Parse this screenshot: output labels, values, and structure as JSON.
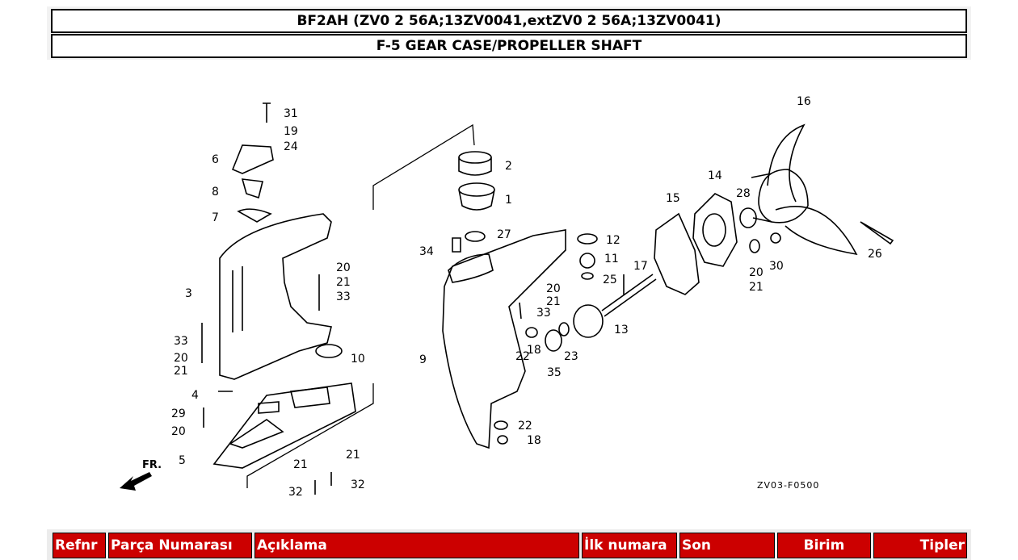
{
  "header": {
    "model": "BF2AH (ZV0 2 56A;13ZV0041,extZV0 2 56A;13ZV0041)",
    "section": "F-5 GEAR CASE/PROPELLER SHAFT"
  },
  "diagram": {
    "code": "ZV03-F0500",
    "front_label": "FR.",
    "callouts": [
      "31",
      "19",
      "24",
      "6",
      "8",
      "7",
      "3",
      "20",
      "21",
      "33",
      "33",
      "20",
      "21",
      "10",
      "4",
      "29",
      "20",
      "5",
      "21",
      "21",
      "32",
      "32",
      "2",
      "1",
      "27",
      "34",
      "9",
      "12",
      "11",
      "25",
      "17",
      "20",
      "21",
      "33",
      "18",
      "22",
      "35",
      "23",
      "13",
      "15",
      "14",
      "28",
      "16",
      "30",
      "20",
      "21",
      "26",
      "22",
      "18"
    ]
  },
  "table": {
    "headers": [
      "Refnr",
      "Parça Numarası",
      "Açıklama",
      "İlk numara",
      "Son",
      "Birim",
      "Tipler"
    ]
  }
}
